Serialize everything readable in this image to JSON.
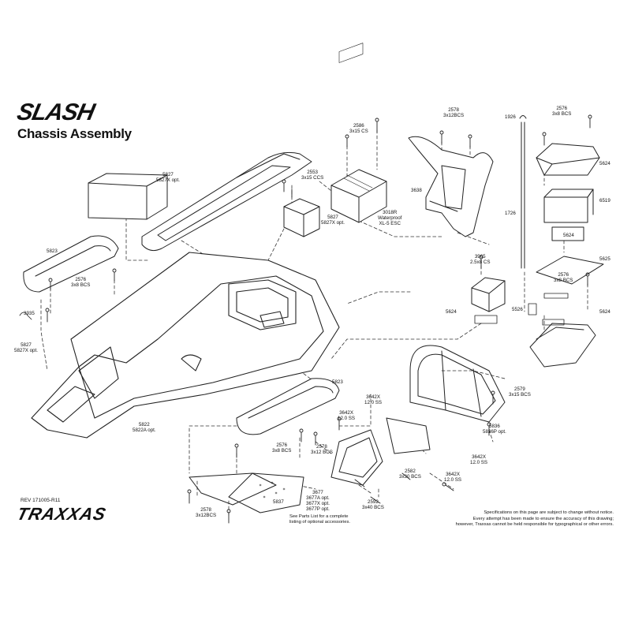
{
  "header": {
    "logo_text": "SLASH",
    "title": "Chassis Assembly"
  },
  "parts": {
    "p5827_battery": "5827\n5827X opt.",
    "p2553": "2553\n3x15 CCS",
    "p2586": "2586\n3x15 CS",
    "p3018R": "3018R\nWaterproof\nXL-5 ESC",
    "p5827_mount": "5827\n5827X opt.",
    "p2578_top": "2578\n3x12BCS",
    "p3638": "3638",
    "p1926": "1926",
    "p1726": "1726",
    "p2576_top": "2576\n3x8 BCS",
    "p5624_a": "5624",
    "p6519": "6519",
    "p5624_b": "5624",
    "p5625": "5625",
    "p2576_right": "2576\n3x8 BCS",
    "p5624_c": "5624",
    "p3965": "3965\n2.5x8 CS",
    "p5624_d": "5624",
    "p5526": "5526",
    "p5823_left": "5823",
    "p2576_left": "2576\n3x8 BCS",
    "p3935": "3935",
    "p5827_left": "5827\n5827X opt.",
    "p5823_right": "5823",
    "p5822": "5822\n5822A opt.",
    "p2579": "2579\n3x15 BCS",
    "p3642X_a": "3642X\n12.0 SS",
    "p3642X_b": "3642X\n12.0 SS",
    "p5836": "5836\n5836P opt.",
    "p2576_bottom": "2576\n3x8 BCS",
    "p2578_mid": "2578\n3x12 BCS",
    "p3642X_c": "3642X\n12.0 SS",
    "p2582": "2582\n3x30 BCS",
    "p3642X_d": "3642X\n12.0 SS",
    "p5837": "5837",
    "p3677": "3677\n3677A opt.\n3677X opt.\n3677P opt.",
    "p2592": "2592\n3x40 BCS",
    "p2578_bottom": "2578\n3x12BCS"
  },
  "footer": {
    "revision": "REV 171005-R11",
    "brand": "TRAXXAS",
    "parts_note": "See Parts List for a complete\nlisting of optional accessories.",
    "disclaimer": "Specifications on this page are subject to change without notice.\nEvery attempt has been made to ensure the accuracy of this drawing;\nhowever, Traxxas cannot be held responsible for typographical or other errors."
  }
}
